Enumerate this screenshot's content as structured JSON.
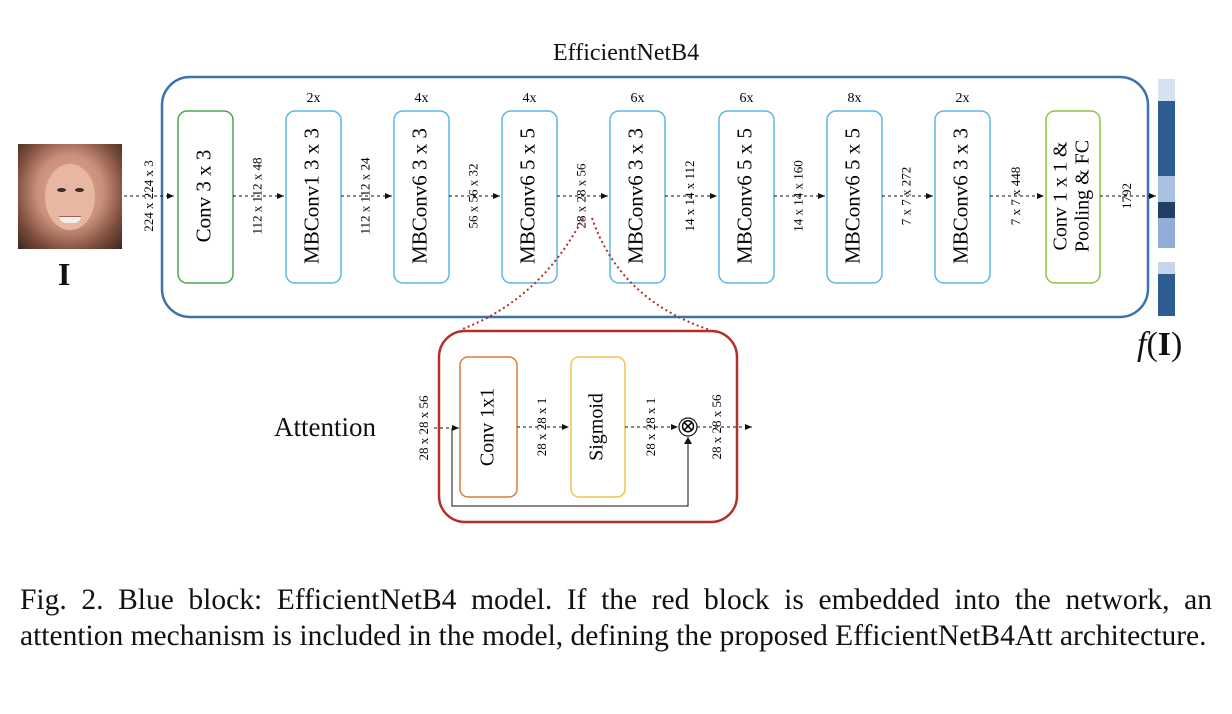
{
  "diagram": {
    "title": "EfficientNetB4",
    "input_symbol": "I",
    "output_symbol_func": "f",
    "output_symbol_arg": "I",
    "input_dim": "224 x 224 x 3",
    "blocks": [
      {
        "label": "Conv 3 x 3",
        "repeat": "",
        "out_dim": "112 x 112 x 48",
        "color": "#4da64d"
      },
      {
        "label": "MBConv1 3 x 3",
        "repeat": "2x",
        "out_dim": "112 x 112 x 24",
        "color": "#5bb7e6"
      },
      {
        "label": "MBConv6 3 x 3",
        "repeat": "4x",
        "out_dim": "56 x 56 x 32",
        "color": "#5bb7e6"
      },
      {
        "label": "MBConv6 5 x 5",
        "repeat": "4x",
        "out_dim": "28 x 28 x 56",
        "color": "#5bb7e6"
      },
      {
        "label": "MBConv6 3 x 3",
        "repeat": "6x",
        "out_dim": "14 x 14 x 112",
        "color": "#5bb7e6"
      },
      {
        "label": "MBConv6 5 x 5",
        "repeat": "6x",
        "out_dim": "14 x 14 x 160",
        "color": "#5bb7e6"
      },
      {
        "label": "MBConv6 5 x 5",
        "repeat": "8x",
        "out_dim": "7 x 7 x 272",
        "color": "#5bb7e6"
      },
      {
        "label": "MBConv6 3 x 3",
        "repeat": "2x",
        "out_dim": "7 x 7 x 448",
        "color": "#5bb7e6"
      },
      {
        "label_line1": "Conv 1 x 1 &",
        "label_line2": "Pooling & FC",
        "repeat": "",
        "out_dim": "1792",
        "color": "#8cc63f"
      }
    ],
    "attention": {
      "label": "Attention",
      "input_dim": "28 x 28 x 56",
      "conv_label": "Conv 1x1",
      "conv_out": "28 x 28 x 1",
      "sigmoid_label": "Sigmoid",
      "sigmoid_out": "28 x 28 x 1",
      "output_dim": "28 x 28 x 56",
      "multiply_symbol": "⊗"
    },
    "colors": {
      "main_frame": "#3b72b0",
      "attention_frame": "#b0302a",
      "conv_box": "#d97a3a",
      "sigmoid_box": "#f2c24a",
      "feature_dark": "#2e5d92",
      "feature_mid": "#5c87bd",
      "feature_light": "#a9c0e0",
      "feature_pale": "#d7e2f1"
    }
  },
  "caption": "Fig. 2.  Blue block: EfficientNetB4 model. If the red block is embedded into the network, an attention mechanism is included in the model, defining the proposed EfficientNetB4Att architecture."
}
